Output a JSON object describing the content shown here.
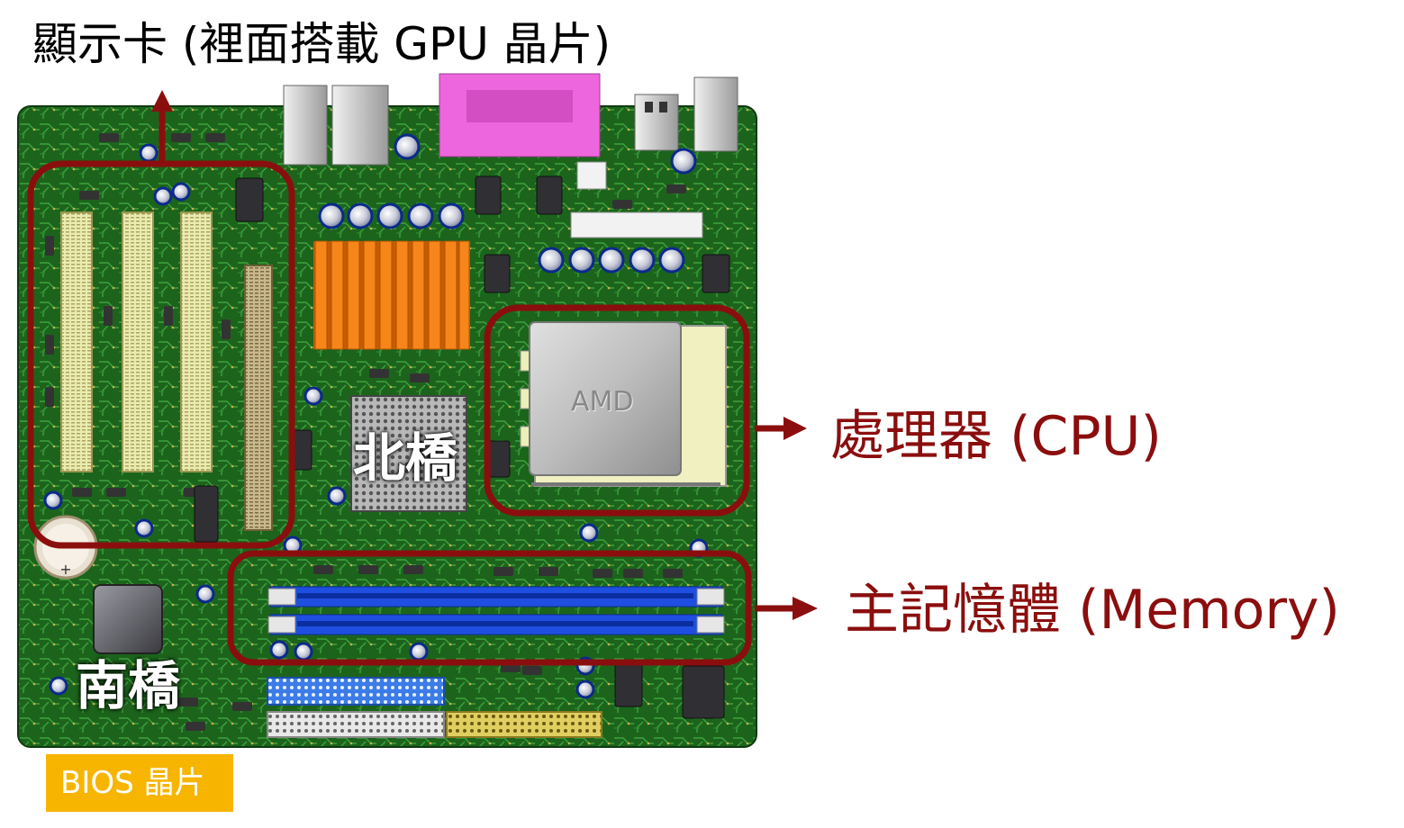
{
  "labels": {
    "gpu": "顯示卡 (裡面搭載 GPU 晶片)",
    "cpu": "處理器 (CPU)",
    "memory": "主記憶體 (Memory)",
    "north_bridge": "北橋",
    "south_bridge": "南橋",
    "bios": "BIOS 晶片",
    "cpu_brand": "AMD"
  },
  "colors": {
    "highlight_border": "#8b0e0e",
    "label_red": "#8b0e0e",
    "bios_badge": "#f7b500",
    "pcb": "#1e6b1e",
    "ram_slot": "#1f4fe0",
    "heatsink": "#f07a10",
    "pci_slot": "#eeeeaa",
    "connector_pink": "#ee66dd"
  }
}
